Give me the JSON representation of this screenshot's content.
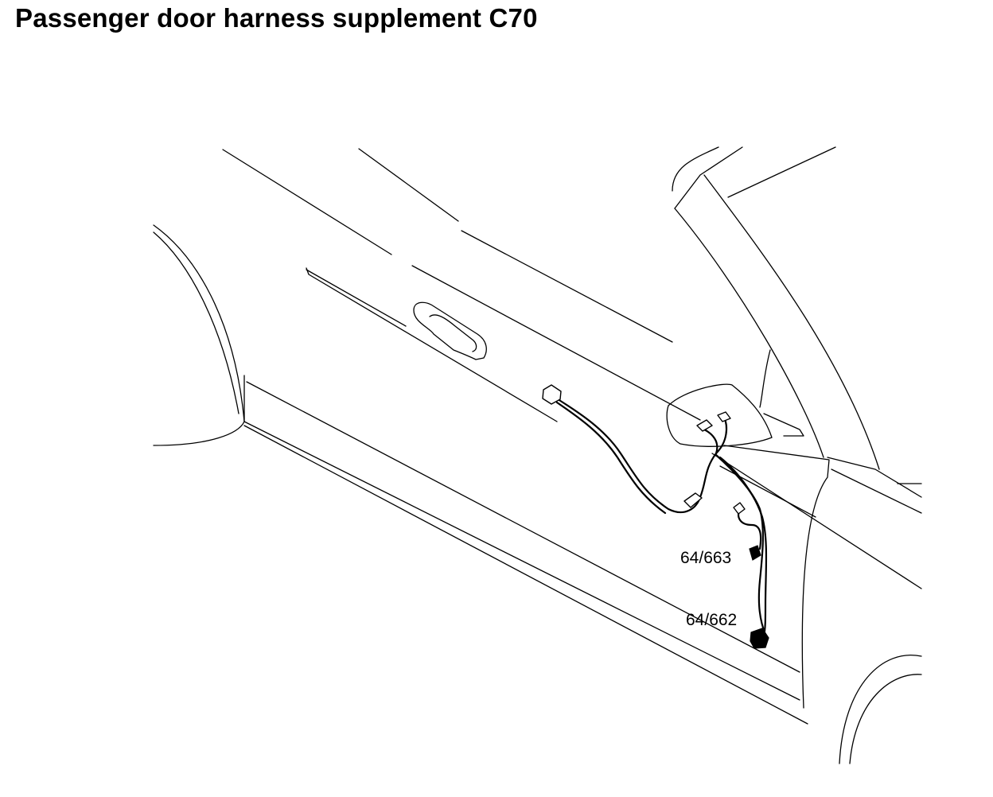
{
  "title": "Passenger door harness supplement C70",
  "callouts": [
    {
      "label": "64/663"
    },
    {
      "label": "64/662"
    }
  ],
  "colors": {
    "line": "#000000",
    "background": "#ffffff"
  }
}
